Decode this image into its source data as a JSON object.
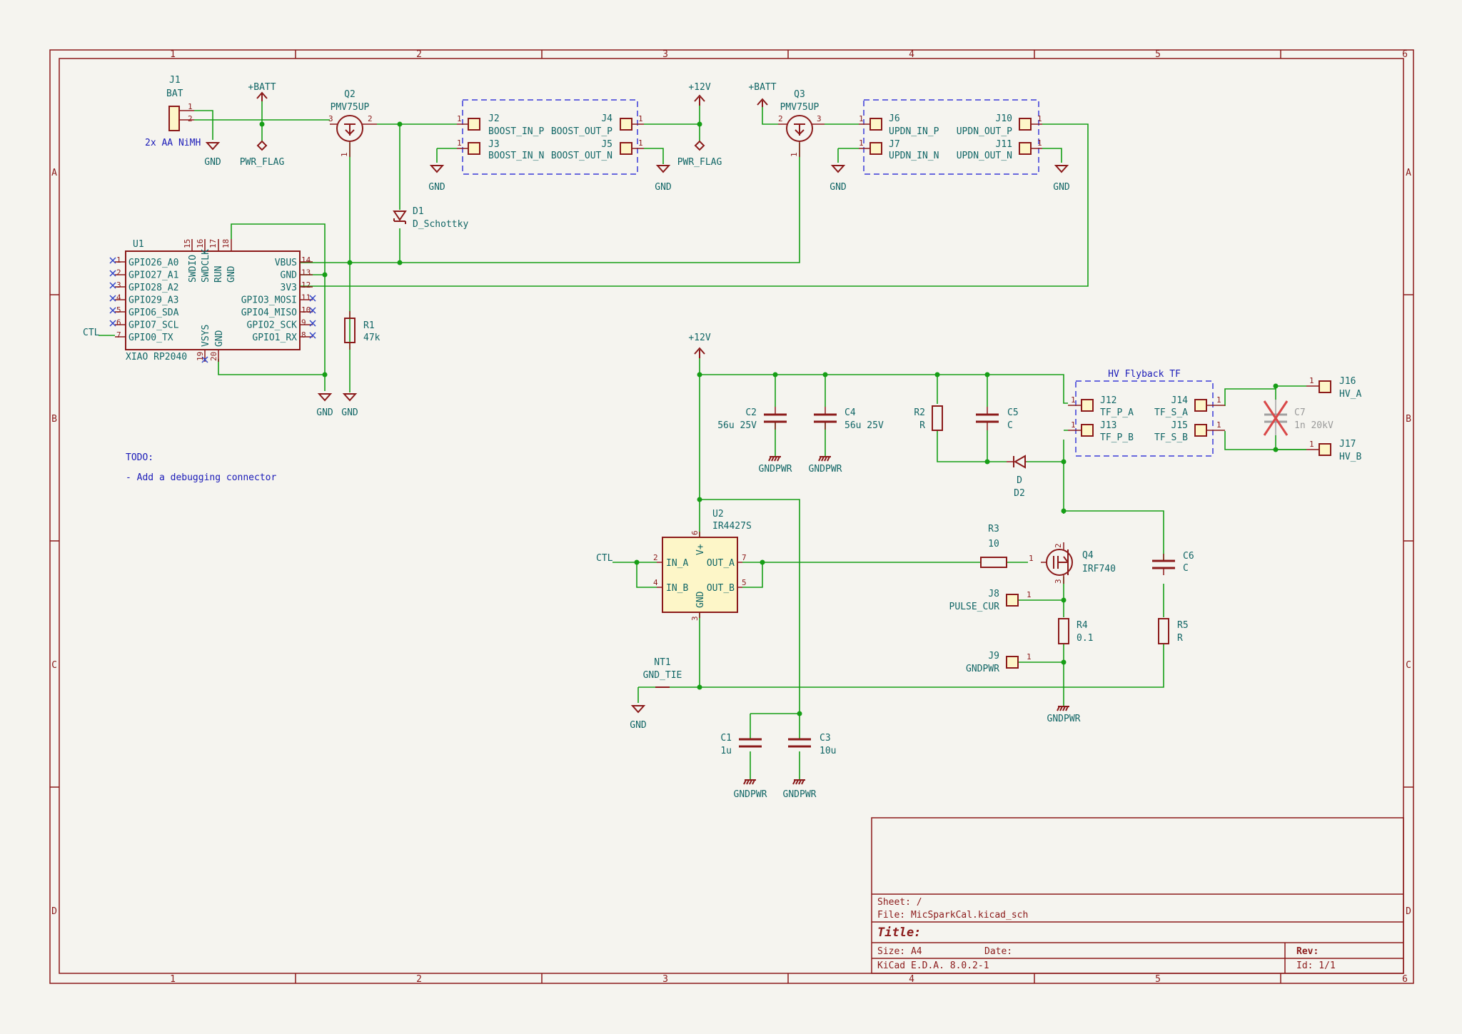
{
  "frame": {
    "cols": [
      "1",
      "2",
      "3",
      "4",
      "5",
      "6"
    ],
    "rows": [
      "A",
      "B",
      "C",
      "D"
    ]
  },
  "power": {
    "batt": "+BATT",
    "v12": "+12V",
    "gnd": "GND",
    "gndpwr": "GNDPWR",
    "pwr_flag": "PWR_FLAG"
  },
  "components": {
    "J1": {
      "ref": "J1",
      "value": "BAT",
      "note": "2x AA NiMH"
    },
    "Q2": {
      "ref": "Q2",
      "value": "PMV75UP"
    },
    "Q3": {
      "ref": "Q3",
      "value": "PMV75UP"
    },
    "D1": {
      "ref": "D1",
      "value": "D_Schottky"
    },
    "R1": {
      "ref": "R1",
      "value": "47k"
    },
    "U1": {
      "ref": "U1",
      "value": "XIAO RP2040"
    },
    "J2": {
      "ref": "J2",
      "value": "BOOST_IN_P"
    },
    "J3": {
      "ref": "J3",
      "value": "BOOST_IN_N"
    },
    "J4": {
      "ref": "J4",
      "value": "BOOST_OUT_P"
    },
    "J5": {
      "ref": "J5",
      "value": "BOOST_OUT_N"
    },
    "J6": {
      "ref": "J6",
      "value": "UPDN_IN_P"
    },
    "J7": {
      "ref": "J7",
      "value": "UPDN_IN_N"
    },
    "J10": {
      "ref": "J10",
      "value": "UPDN_OUT_P"
    },
    "J11": {
      "ref": "J11",
      "value": "UPDN_OUT_N"
    },
    "C2": {
      "ref": "C2",
      "value": "56u 25V"
    },
    "C4": {
      "ref": "C4",
      "value": "56u 25V"
    },
    "R2": {
      "ref": "R2",
      "value": "R"
    },
    "C5": {
      "ref": "C5",
      "value": "C"
    },
    "D2": {
      "ref": "D2",
      "value": "D"
    },
    "J12": {
      "ref": "J12",
      "value": "TF_P_A"
    },
    "J13": {
      "ref": "J13",
      "value": "TF_P_B"
    },
    "J14": {
      "ref": "J14",
      "value": "TF_S_A"
    },
    "J15": {
      "ref": "J15",
      "value": "TF_S_B"
    },
    "C7": {
      "ref": "C7",
      "value": "1n 20kV"
    },
    "J16": {
      "ref": "J16",
      "value": "HV_A"
    },
    "J17": {
      "ref": "J17",
      "value": "HV_B"
    },
    "U2": {
      "ref": "U2",
      "value": "IR4427S"
    },
    "R3": {
      "ref": "R3",
      "value": "10"
    },
    "Q4": {
      "ref": "Q4",
      "value": "IRF740"
    },
    "C6": {
      "ref": "C6",
      "value": "C"
    },
    "J8": {
      "ref": "J8",
      "value": "PULSE_CUR"
    },
    "J9": {
      "ref": "J9",
      "value": "GNDPWR"
    },
    "R4": {
      "ref": "R4",
      "value": "0.1"
    },
    "R5": {
      "ref": "R5",
      "value": "R"
    },
    "NT1": {
      "ref": "NT1",
      "value": "GND_TIE"
    },
    "C1": {
      "ref": "C1",
      "value": "1u"
    },
    "C3": {
      "ref": "C3",
      "value": "10u"
    }
  },
  "u1_pins_left": [
    {
      "num": "1",
      "name": "GPIO26_A0"
    },
    {
      "num": "2",
      "name": "GPIO27_A1"
    },
    {
      "num": "3",
      "name": "GPIO28_A2"
    },
    {
      "num": "4",
      "name": "GPIO29_A3"
    },
    {
      "num": "5",
      "name": "GPIO6_SDA"
    },
    {
      "num": "6",
      "name": "GPIO7_SCL"
    },
    {
      "num": "7",
      "name": "GPIO0_TX"
    }
  ],
  "u1_pins_right": [
    {
      "num": "14",
      "name": "VBUS"
    },
    {
      "num": "13",
      "name": "GND"
    },
    {
      "num": "12",
      "name": "3V3"
    },
    {
      "num": "11",
      "name": "GPIO3_MOSI"
    },
    {
      "num": "10",
      "name": "GPIO4_MISO"
    },
    {
      "num": "9",
      "name": "GPIO2_SCK"
    },
    {
      "num": "8",
      "name": "GPIO1_RX"
    }
  ],
  "u1_pins_top": [
    {
      "num": "15",
      "name": "SWDIO"
    },
    {
      "num": "16",
      "name": "SWDCLK"
    },
    {
      "num": "17",
      "name": "RUN"
    },
    {
      "num": "18",
      "name": "GND"
    }
  ],
  "u1_pins_bottom": [
    {
      "num": "19",
      "name": "VSYS"
    },
    {
      "num": "20",
      "name": "GND"
    }
  ],
  "u2_pins": {
    "in_a": "IN_A",
    "in_b": "IN_B",
    "out_a": "OUT_A",
    "out_b": "OUT_B",
    "vplus": "V+",
    "gnd": "GND",
    "n_in_a": "2",
    "n_in_b": "4",
    "n_out_a": "7",
    "n_out_b": "5",
    "n_vplus": "6",
    "n_gnd": "3"
  },
  "nets": {
    "ctl": "CTL"
  },
  "hv_label": "HV Flyback TF",
  "todo": {
    "title": "TODO:",
    "item": "- Add a debugging connector"
  },
  "title_block": {
    "sheet": "Sheet: /",
    "file": "File: MicSparkCal.kicad_sch",
    "title": "Title:",
    "size": "Size: A4",
    "date": "Date:",
    "rev": "Rev:",
    "tool": "KiCad E.D.A. 8.0.2-1",
    "id": "Id: 1/1"
  },
  "colors": {
    "wire": "#169e16",
    "symbol": "#8b1a1a",
    "text": "#116666",
    "note": "#1a1ab8",
    "background": "#f5f4ef"
  }
}
